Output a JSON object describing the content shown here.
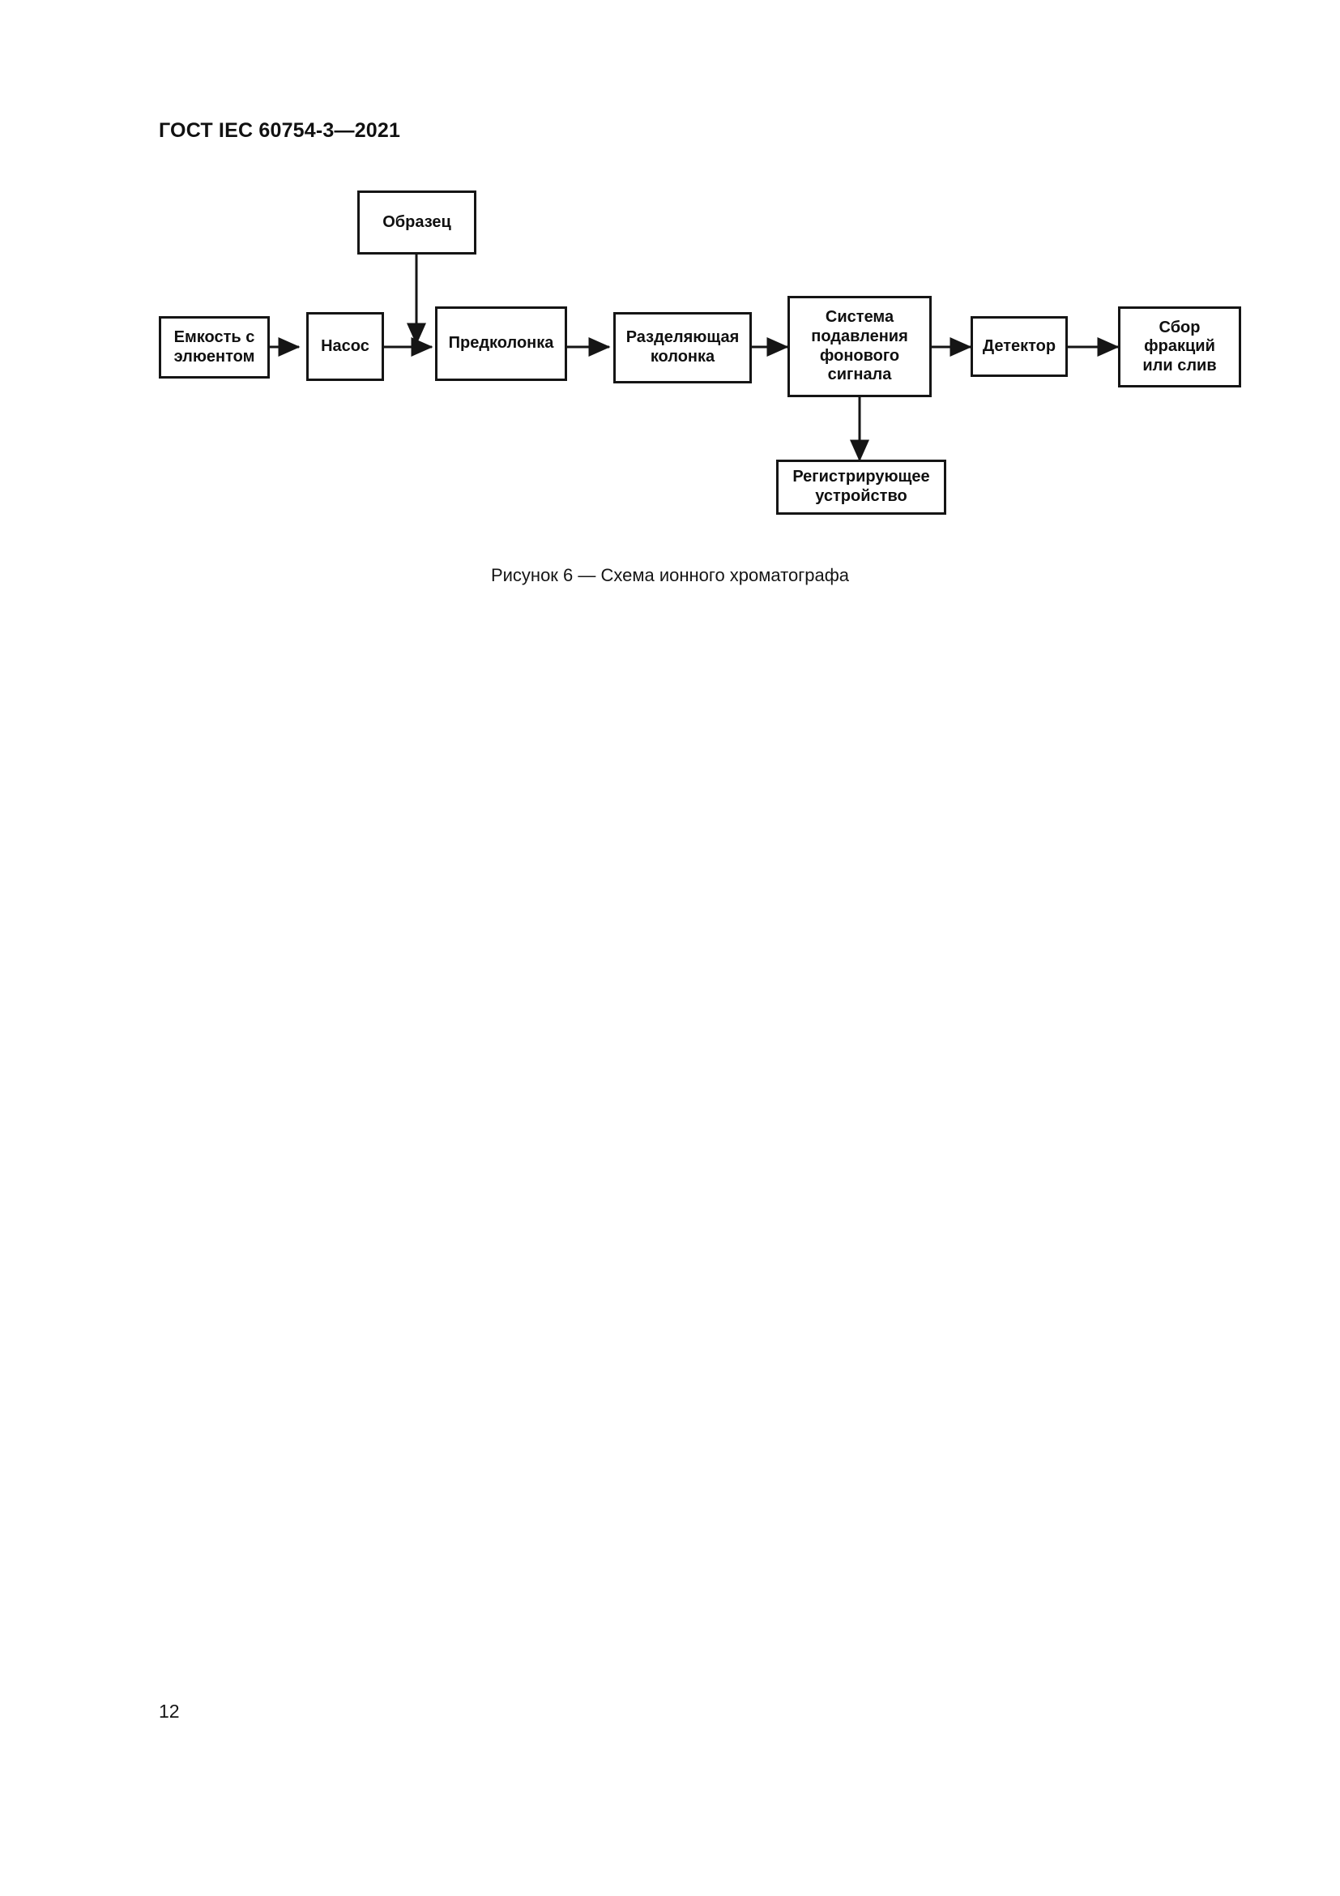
{
  "document": {
    "header": "ГОСТ IEC 60754-3—2021",
    "page_number": "12"
  },
  "figure": {
    "caption": "Рисунок 6 — Схема ионного хроматографа",
    "caption_number": "6",
    "caption_title": "Схема ионного хроматографа",
    "line_color": "#151515",
    "box_fill": "#ffffff",
    "nodes": [
      {
        "id": "sample",
        "label": "Образец"
      },
      {
        "id": "eluent-tank",
        "label": "Емкость с\nэлюентом"
      },
      {
        "id": "pump",
        "label": "Насос"
      },
      {
        "id": "precolumn",
        "label": "Предколонка"
      },
      {
        "id": "separating-column",
        "label": "Разделяющая\nколонка"
      },
      {
        "id": "suppression-system",
        "label": "Система\nподавления\nфонового\nсигнала"
      },
      {
        "id": "detector",
        "label": "Детектор"
      },
      {
        "id": "fraction-collection",
        "label": "Сбор\nфракций\nили слив"
      },
      {
        "id": "recording-device",
        "label": "Регистрирующее\nустройство"
      }
    ],
    "edges": [
      {
        "from": "eluent-tank",
        "to": "pump"
      },
      {
        "from": "pump",
        "to": "precolumn"
      },
      {
        "from": "sample",
        "to": "precolumn"
      },
      {
        "from": "precolumn",
        "to": "separating-column"
      },
      {
        "from": "separating-column",
        "to": "suppression-system"
      },
      {
        "from": "suppression-system",
        "to": "detector"
      },
      {
        "from": "detector",
        "to": "fraction-collection"
      },
      {
        "from": "suppression-system",
        "to": "recording-device"
      }
    ]
  }
}
